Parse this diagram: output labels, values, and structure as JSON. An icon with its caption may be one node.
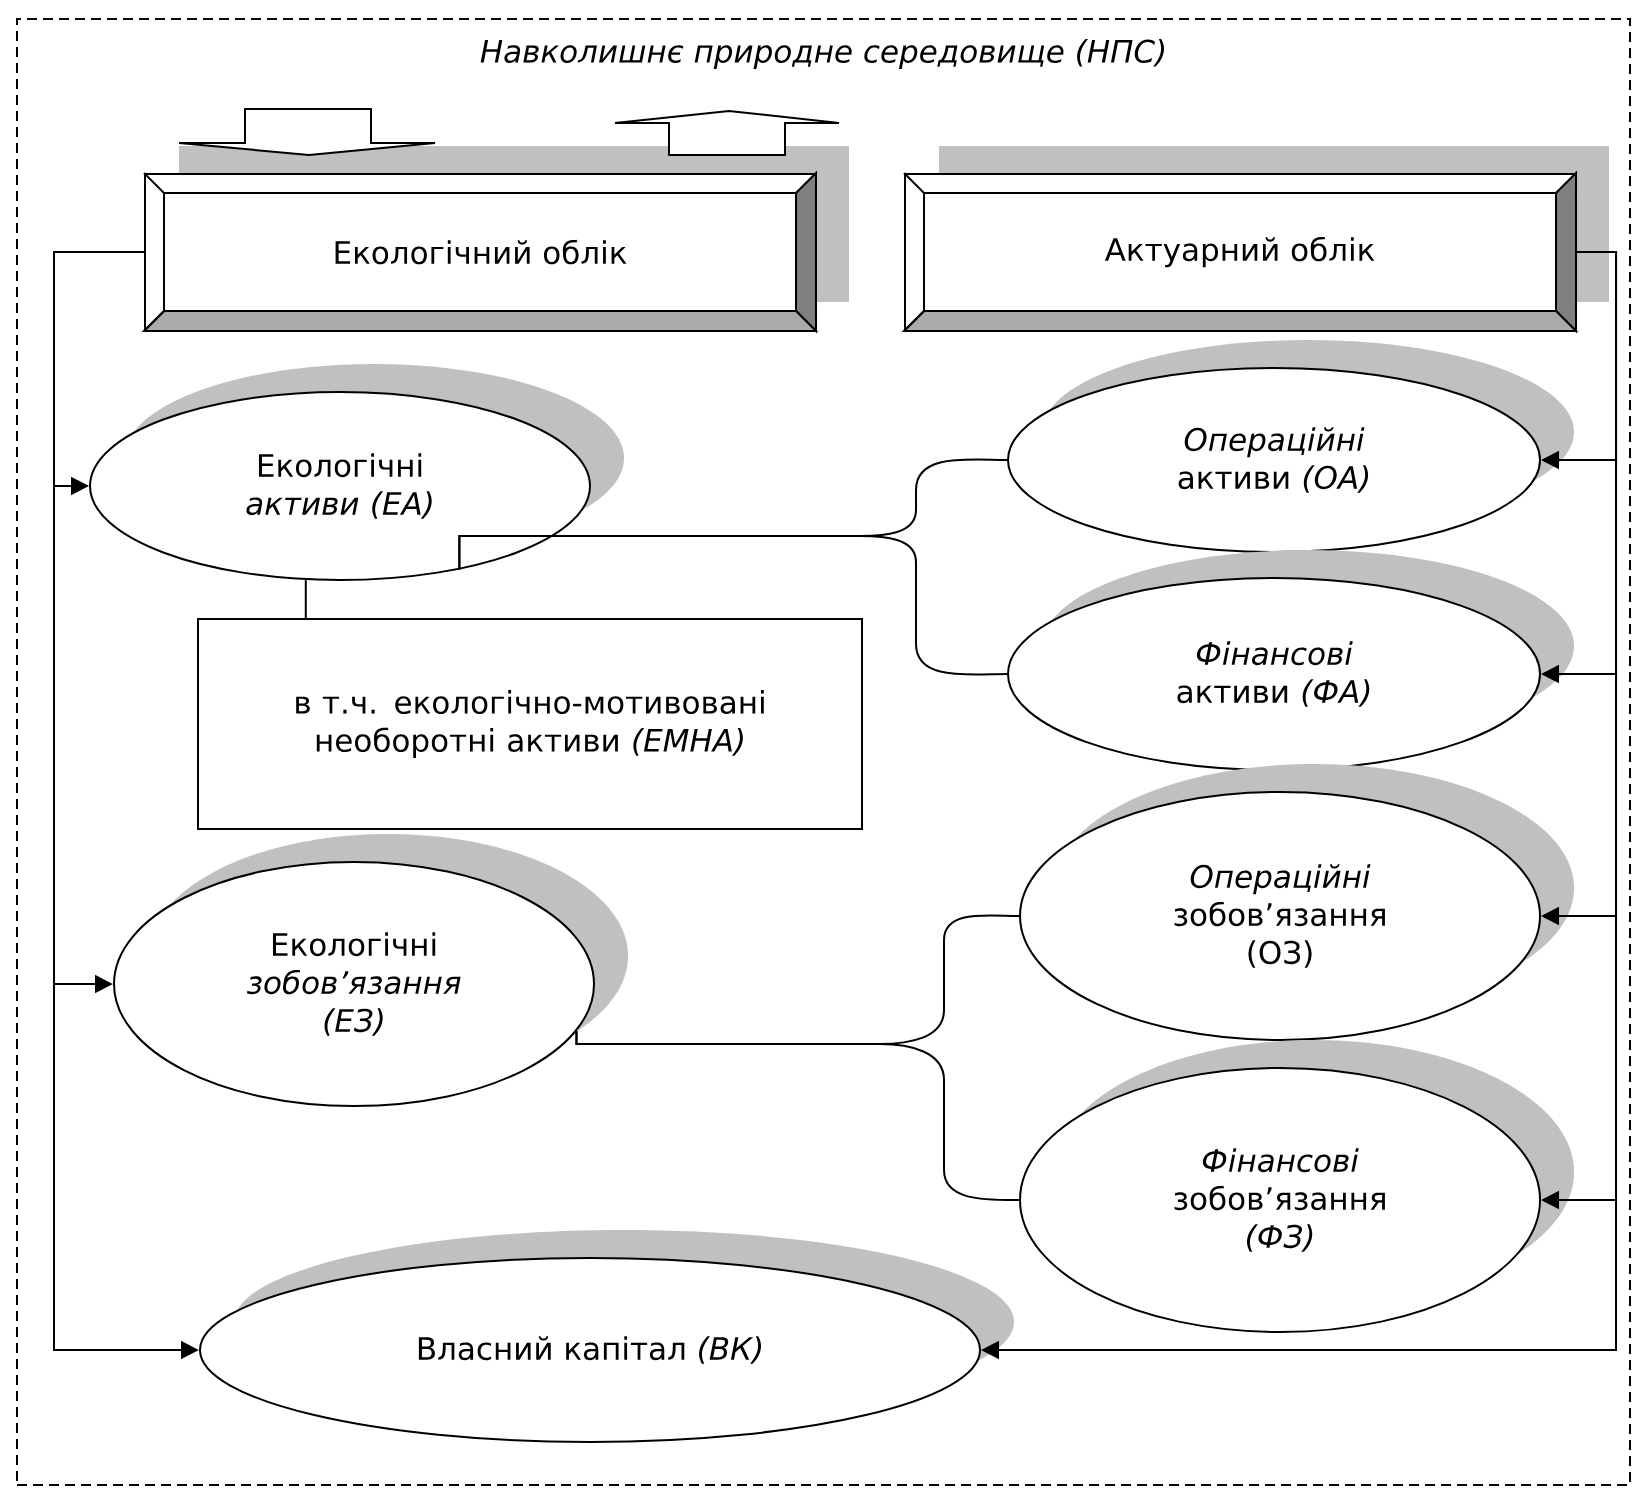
{
  "diagram": {
    "nodes": [
      {
        "text": [
          "*Навколишнє природне середовище (НПС)*"
        ]
      },
      {
        "text": [
          "Екологічний облік"
        ],
        "in": 0
      },
      {
        "text": [
          "Актуарний облік"
        ],
        "in": 0
      },
      {
        "text": [
          "Екологічні *активи (ЕА)*"
        ],
        "in": 0
      },
      {
        "text": [
          "*Операційні* активи *(ОА)*"
        ],
        "in": 0
      },
      {
        "text": [
          "*Фінансові* активи *(ФА)*"
        ],
        "in": 0
      },
      {
        "text": [
          "в т.ч. екологічно-мотивовані необоротні активи *(ЕМНА)*"
        ],
        "in": 0
      },
      {
        "text": [
          "Екологічні *зобов’язання (ЕЗ)*"
        ],
        "in": 0
      },
      {
        "text": [
          "*Операційні* зобов’язання (ОЗ)"
        ],
        "in": 0
      },
      {
        "text": [
          "*Фінансові* зобов’язання *(ФЗ)*"
        ],
        "in": 0
      },
      {
        "text": [
          "Власний капітал *(ВК)*"
        ],
        "in": 0
      }
    ],
    "edges": [
      {
        "from": null,
        "to": 1,
        "arrow": "to"
      },
      {
        "from": 1,
        "to": null,
        "arrow": "to"
      },
      {
        "from": 1,
        "to": 3,
        "arrow": "to"
      },
      {
        "from": 1,
        "to": 7,
        "arrow": "to"
      },
      {
        "from": 1,
        "to": 10,
        "arrow": "to"
      },
      {
        "from": 2,
        "to": 4,
        "arrow": "to"
      },
      {
        "from": 2,
        "to": 5,
        "arrow": "to"
      },
      {
        "from": 2,
        "to": 8,
        "arrow": "to"
      },
      {
        "from": 2,
        "to": 9,
        "arrow": "to"
      },
      {
        "from": 2,
        "to": 10,
        "arrow": "to"
      },
      {
        "from": 3,
        "to": 4,
        "arrow": "none"
      },
      {
        "from": 3,
        "to": 5,
        "arrow": "none"
      },
      {
        "from": 3,
        "to": 6,
        "arrow": "none"
      },
      {
        "from": 7,
        "to": 8,
        "arrow": "none"
      },
      {
        "from": 7,
        "to": 9,
        "arrow": "none"
      }
    ]
  }
}
